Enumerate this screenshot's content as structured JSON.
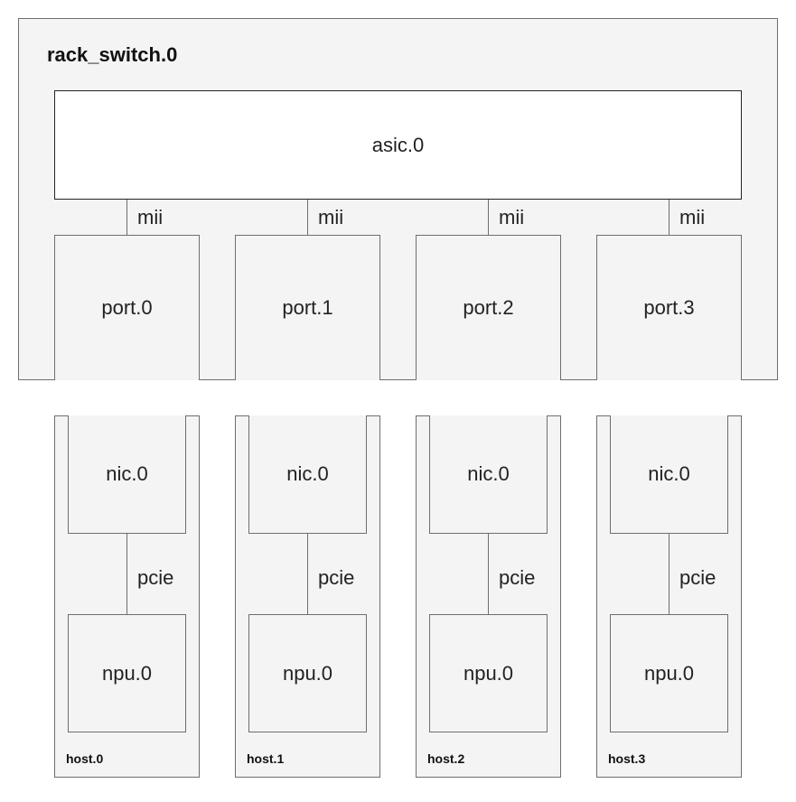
{
  "rack_switch": {
    "title": "rack_switch.0",
    "asic_label": "asic.0",
    "link_label": "mii",
    "ports": [
      "port.0",
      "port.1",
      "port.2",
      "port.3"
    ]
  },
  "hosts": [
    {
      "title": "host.0",
      "nic": "nic.0",
      "link": "pcie",
      "npu": "npu.0"
    },
    {
      "title": "host.1",
      "nic": "nic.0",
      "link": "pcie",
      "npu": "npu.0"
    },
    {
      "title": "host.2",
      "nic": "nic.0",
      "link": "pcie",
      "npu": "npu.0"
    },
    {
      "title": "host.3",
      "nic": "nic.0",
      "link": "pcie",
      "npu": "npu.0"
    }
  ]
}
